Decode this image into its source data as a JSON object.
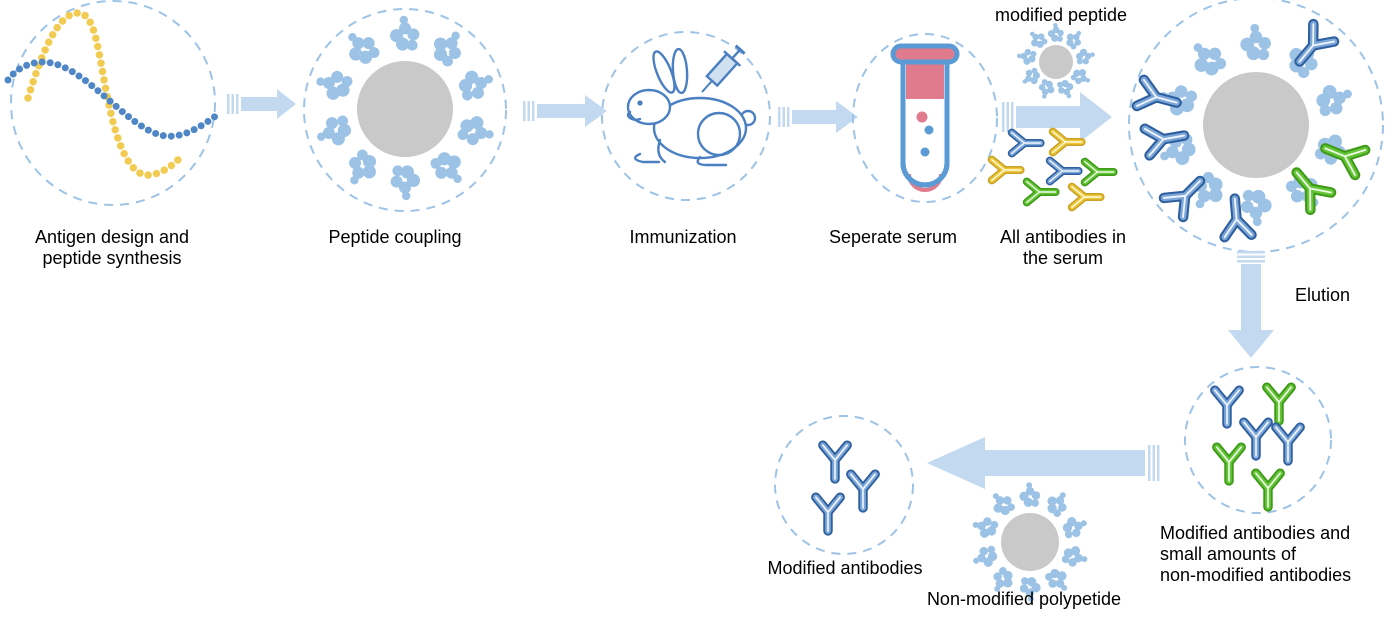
{
  "figure": {
    "labels": {
      "antigen_design": "Antigen design and\npeptide synthesis",
      "peptide_coupling": "Peptide coupling",
      "immunization": "Immunization",
      "separate_serum": "Seperate serum",
      "modified_peptide": "modified peptide",
      "all_antibodies": "All antibodies in\nthe serum",
      "elution": "Elution",
      "modified_and_small": "Modified antibodies and\nsmall amounts of\nnon-modified antibodies",
      "modified_antibodies": "Modified antibodies",
      "non_modified_polypeptide": "Non-modified polypetide"
    },
    "colors": {
      "dashed_circle": "#9dc3e6",
      "arrow": "#c2d9f0",
      "peptide_dot": "#9cc2e5",
      "carrier_sphere": "#c9c9c9",
      "antibody_blue_fill": "#7da7d9",
      "antibody_blue_outline": "#2e5f9e",
      "antibody_yellow_fill": "#eec937",
      "antibody_yellow_outline": "#c9a227",
      "antibody_green_fill": "#65c637",
      "antibody_green_outline": "#3f9a1a",
      "curve_yellow": "#f2cb53",
      "curve_blue": "#4f87c6",
      "tube_outline": "#5b9bd5",
      "serum_red": "#e07b8e",
      "rabbit_outline": "#4a7fc1",
      "text": "#000000"
    }
  }
}
